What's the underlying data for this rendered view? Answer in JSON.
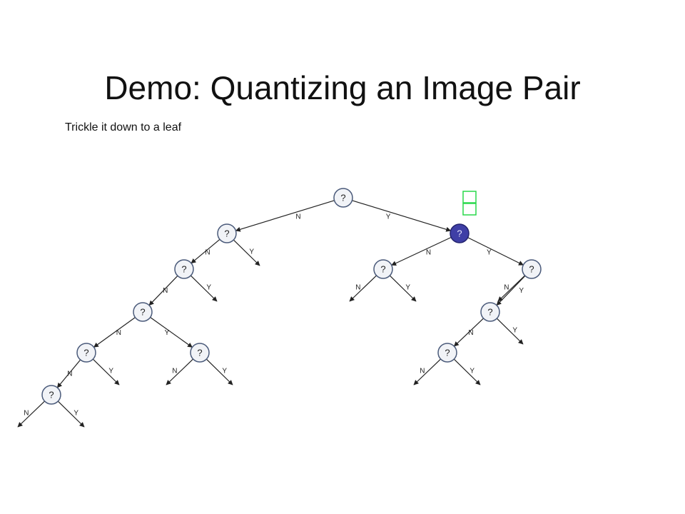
{
  "slide": {
    "title": "Demo: Quantizing an Image Pair",
    "subtitle": "Trickle it down to a leaf"
  },
  "tree": {
    "question_mark": "?",
    "no_label": "N",
    "yes_label": "Y",
    "active_node_id": "n4",
    "colors": {
      "node_fill": "#f1f3f7",
      "node_stroke": "#4a5a7a",
      "active_node_fill": "#3f3fa6",
      "image_pair_stroke": "#28d84a"
    },
    "nodes": [
      {
        "id": "n0",
        "no": "n1",
        "yes": "n4"
      },
      {
        "id": "n1",
        "no": "n2",
        "yes": null
      },
      {
        "id": "n2",
        "no": "n3",
        "yes": null
      },
      {
        "id": "n3",
        "no": "n7",
        "yes": "n8"
      },
      {
        "id": "n4",
        "no": "n5",
        "yes": "n6"
      },
      {
        "id": "n5",
        "no": null,
        "yes": null
      },
      {
        "id": "n6",
        "no": null,
        "yes": "n10"
      },
      {
        "id": "n7",
        "no": "n9",
        "yes": null
      },
      {
        "id": "n8",
        "no": null,
        "yes": null
      },
      {
        "id": "n9",
        "no": null,
        "yes": null
      },
      {
        "id": "n10",
        "no": "n11",
        "yes": null
      },
      {
        "id": "n11",
        "no": null,
        "yes": null
      }
    ]
  }
}
